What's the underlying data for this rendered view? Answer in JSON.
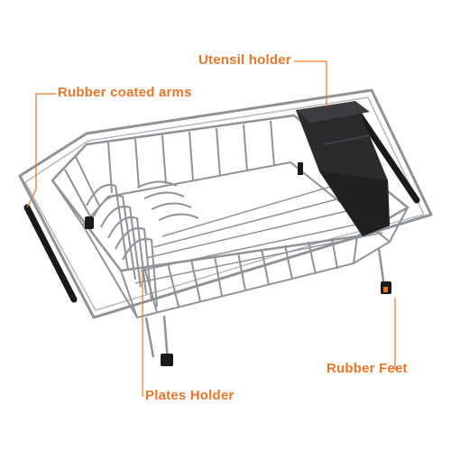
{
  "callouts": {
    "utensil_holder": "Utensil holder",
    "rubber_coated_arms": "Rubber coated arms",
    "rubber_feet": "Rubber Feet",
    "plates_holder": "Plates Holder"
  },
  "colors": {
    "callout": "#e8762b",
    "wire": "#8f9398",
    "holder": "#2a2b2d",
    "rubber": "#1a1a1a"
  }
}
